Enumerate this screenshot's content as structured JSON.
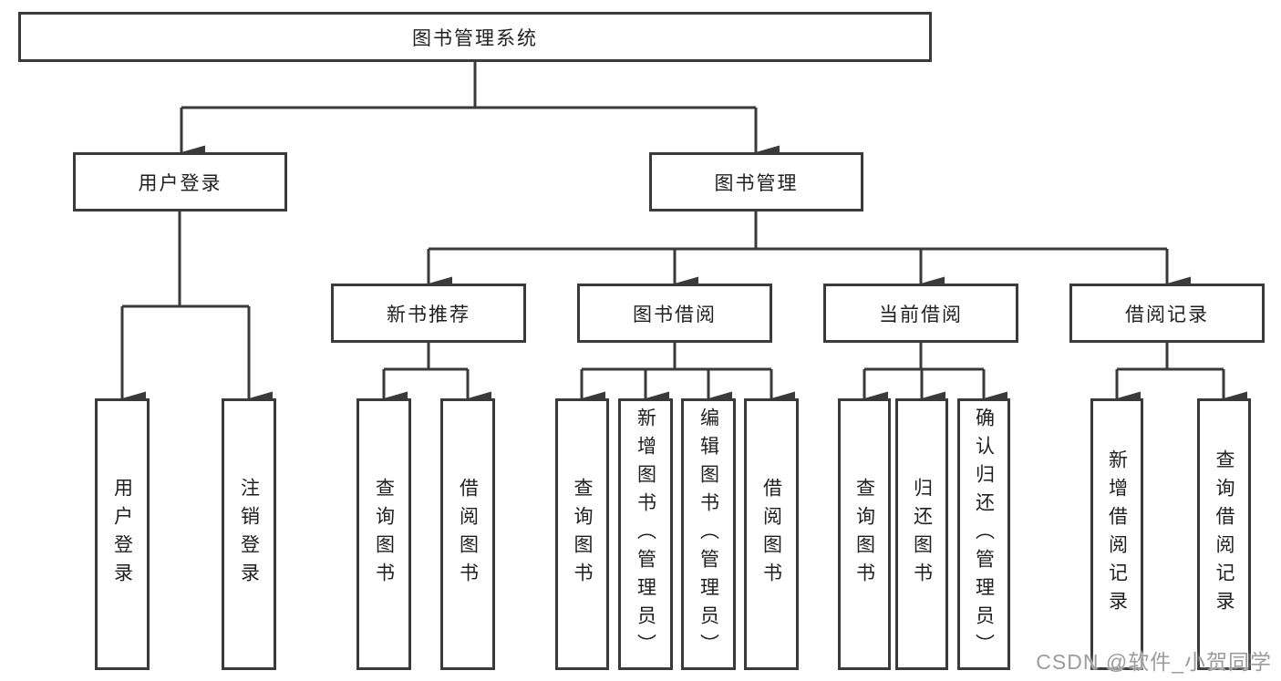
{
  "diagram": {
    "title_note": "functional decomposition tree",
    "root": {
      "label": "图书管理系统"
    },
    "branches": [
      {
        "label": "用户登录",
        "children": [
          {
            "label": "用户登录"
          },
          {
            "label": "注销登录"
          }
        ]
      },
      {
        "label": "图书管理",
        "children": [
          {
            "label": "新书推荐",
            "children": [
              {
                "label": "查询图书"
              },
              {
                "label": "借阅图书"
              }
            ]
          },
          {
            "label": "图书借阅",
            "children": [
              {
                "label": "查询图书"
              },
              {
                "label": "新增图书（管理员）"
              },
              {
                "label": "编辑图书（管理员）"
              },
              {
                "label": "借阅图书"
              }
            ]
          },
          {
            "label": "当前借阅",
            "children": [
              {
                "label": "查询图书"
              },
              {
                "label": "归还图书"
              },
              {
                "label": "确认归还（管理员）"
              }
            ]
          },
          {
            "label": "借阅记录",
            "children": [
              {
                "label": "新增借阅记录"
              },
              {
                "label": "查询借阅记录"
              }
            ]
          }
        ]
      }
    ]
  },
  "watermark": {
    "text": "CSDN @软件_小贺同学"
  },
  "colors": {
    "line": "#3a3a3a",
    "text": "#1f1f1f",
    "background": "#ffffff",
    "watermark": "#9c9c9c"
  }
}
